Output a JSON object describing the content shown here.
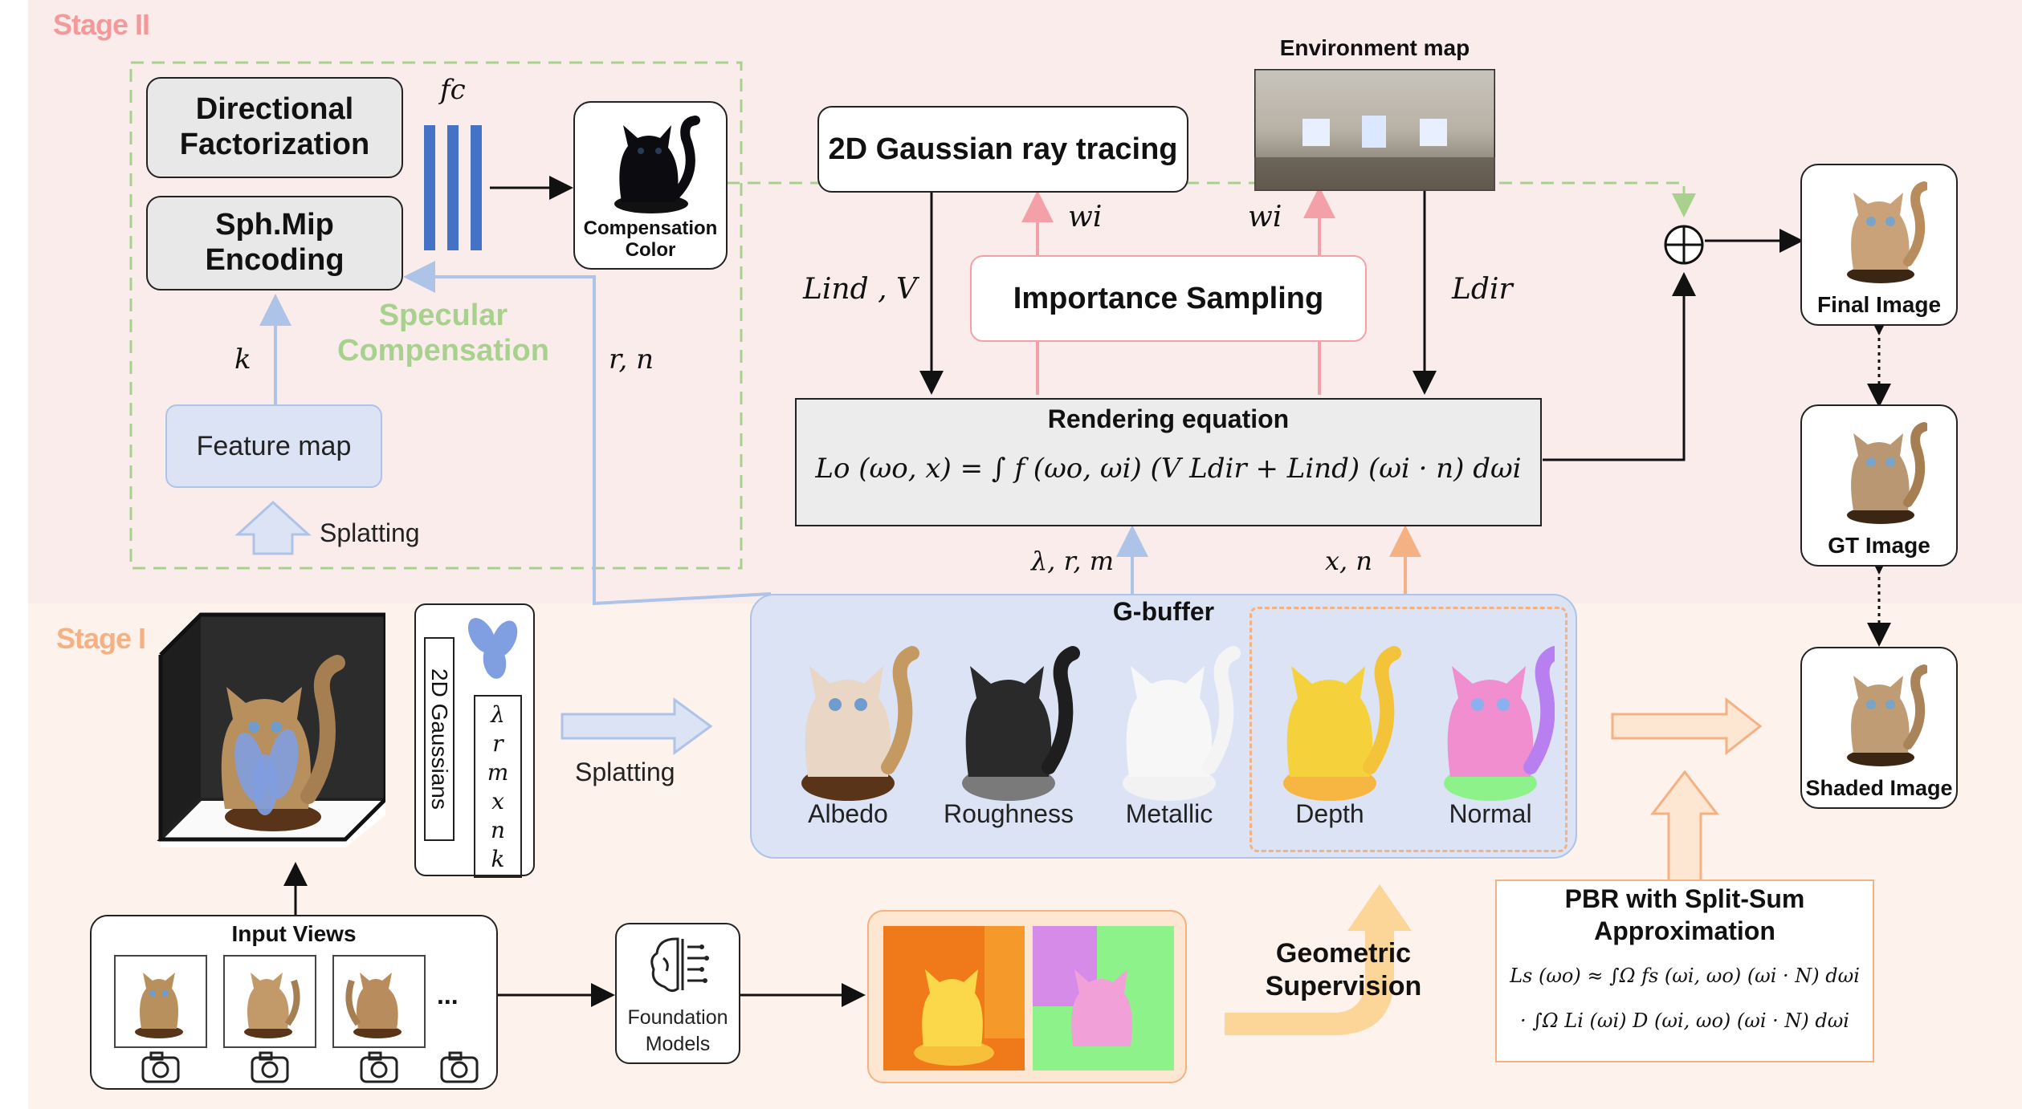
{
  "stages": {
    "stage2": "Stage II",
    "stage1": "Stage I"
  },
  "specular": {
    "directional": "Directional\nFactorization",
    "sphmip": "Sph.Mip\nEncoding",
    "fc": "fc",
    "compensation_color": "Compensation\nColor",
    "title": "Specular\nCompensation",
    "k": "k",
    "rn": "r, n",
    "feature_map": "Feature map",
    "splatting": "Splatting"
  },
  "render": {
    "ray_tracing": "2D Gaussian ray tracing",
    "env_map": "Environment map",
    "wi_left": "wi",
    "wi_right": "wi",
    "importance": "Importance Sampling",
    "lind": "Lind , V",
    "ldir": "Ldir",
    "eq_title": "Rendering equation",
    "equation": "Lo (ωo, x) = ∫ f (ωo, ωi) (V Ldir + Lind) (ωi · n) dωi",
    "lrm": "λ, r, m",
    "xn": "x, n"
  },
  "outputs": {
    "final": "Final Image",
    "gt": "GT Image",
    "shaded": "Shaded Image"
  },
  "gbuffer": {
    "title": "G-buffer",
    "items": [
      "Albedo",
      "Roughness",
      "Metallic",
      "Depth",
      "Normal"
    ]
  },
  "gaussians": {
    "label": "2D Gaussians",
    "params": [
      "λ",
      "r",
      "m",
      "x",
      "n",
      "k"
    ],
    "splatting": "Splatting"
  },
  "inputs": {
    "title": "Input Views",
    "more": "..."
  },
  "foundation": "Foundation\nModels",
  "geometric": "Geometric\nSupervision",
  "pbr": {
    "title": "PBR with Split-Sum\nApproximation",
    "eq1": "Ls (ωo) ≈ ∫Ω fs (ωi, ωo) (ωi · N) dωi",
    "eq2": "· ∫Ω Li (ωi) D (ωi, ωo) (ωi · N) dωi"
  },
  "colors": {
    "stage2_label": "#f29a9a",
    "stage1_label": "#f4b183",
    "green_dash": "#a9d18e",
    "blue_arrow": "#aec3e8",
    "pink": "#f4a0a8",
    "orange": "#f4b183",
    "gbuffer_bg": "#dbe3f5",
    "bars": "#4472c4"
  }
}
